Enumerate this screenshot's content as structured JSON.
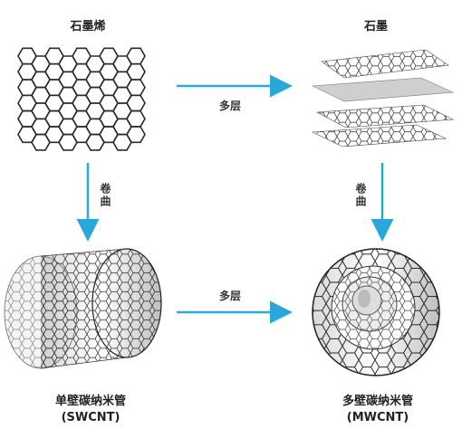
{
  "labels": {
    "graphene": "石墨烯",
    "graphite": "石墨",
    "swcnt_name": "单壁碳纳米管",
    "swcnt_abbr": "(SWCNT)",
    "mwcnt_name": "多壁碳纳米管",
    "mwcnt_abbr": "(MWCNT)"
  },
  "arrows": {
    "top_horizontal": "多层",
    "bottom_horizontal": "多层",
    "left_vertical": "卷曲",
    "right_vertical": "卷曲"
  },
  "colors": {
    "arrow": "#2aa7d9",
    "lattice": "#2b2b2b"
  }
}
